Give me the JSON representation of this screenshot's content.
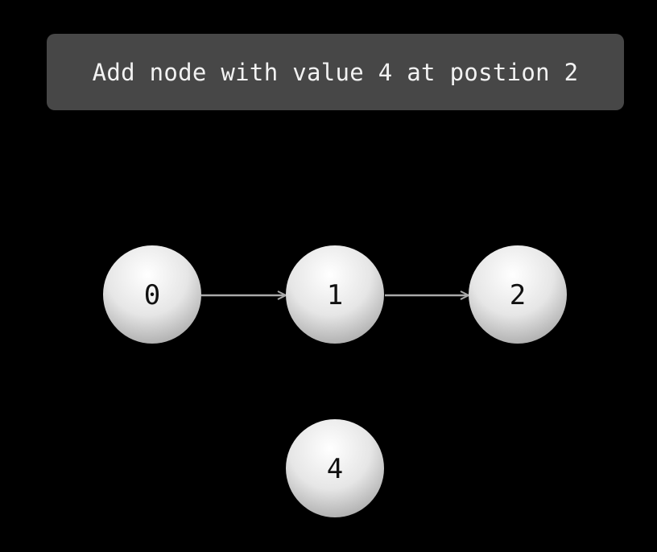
{
  "instruction": "Add node with value 4 at postion 2",
  "nodes": [
    {
      "id": "node-0",
      "label": "0"
    },
    {
      "id": "node-1",
      "label": "1"
    },
    {
      "id": "node-2",
      "label": "2"
    },
    {
      "id": "node-4",
      "label": "4"
    }
  ],
  "edges": [
    {
      "from": "0",
      "to": "1"
    },
    {
      "from": "1",
      "to": "2"
    }
  ],
  "colors": {
    "background": "#000000",
    "banner": "#474747",
    "banner_text": "#f2f2f2",
    "node_light": "#ffffff",
    "node_dark": "#a9a9a9",
    "edge": "#aaaaaa",
    "node_text": "#111111"
  }
}
